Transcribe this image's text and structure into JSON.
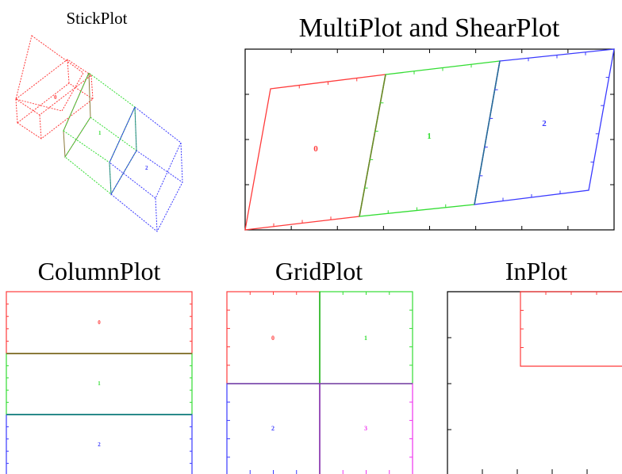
{
  "colors": {
    "red": "#ff3b3b",
    "green": "#33dd33",
    "blue": "#3a3aff",
    "magenta": "#ee33ee",
    "olive": "#8a7a3a",
    "teal": "#2a8a8a",
    "frame": "#000000"
  },
  "titles": {
    "stick": "StickPlot",
    "multi": "MultiPlot and ShearPlot",
    "column": "ColumnPlot",
    "grid": "GridPlot",
    "inplot": "InPlot"
  },
  "stick": {
    "labels": [
      "0",
      "1",
      "2"
    ]
  },
  "multi": {
    "labels": [
      "0",
      "1",
      "2"
    ]
  },
  "column": {
    "labels": [
      "0",
      "1",
      "2"
    ]
  },
  "grid": {
    "labels": [
      "0",
      "1",
      "2",
      "3"
    ]
  }
}
